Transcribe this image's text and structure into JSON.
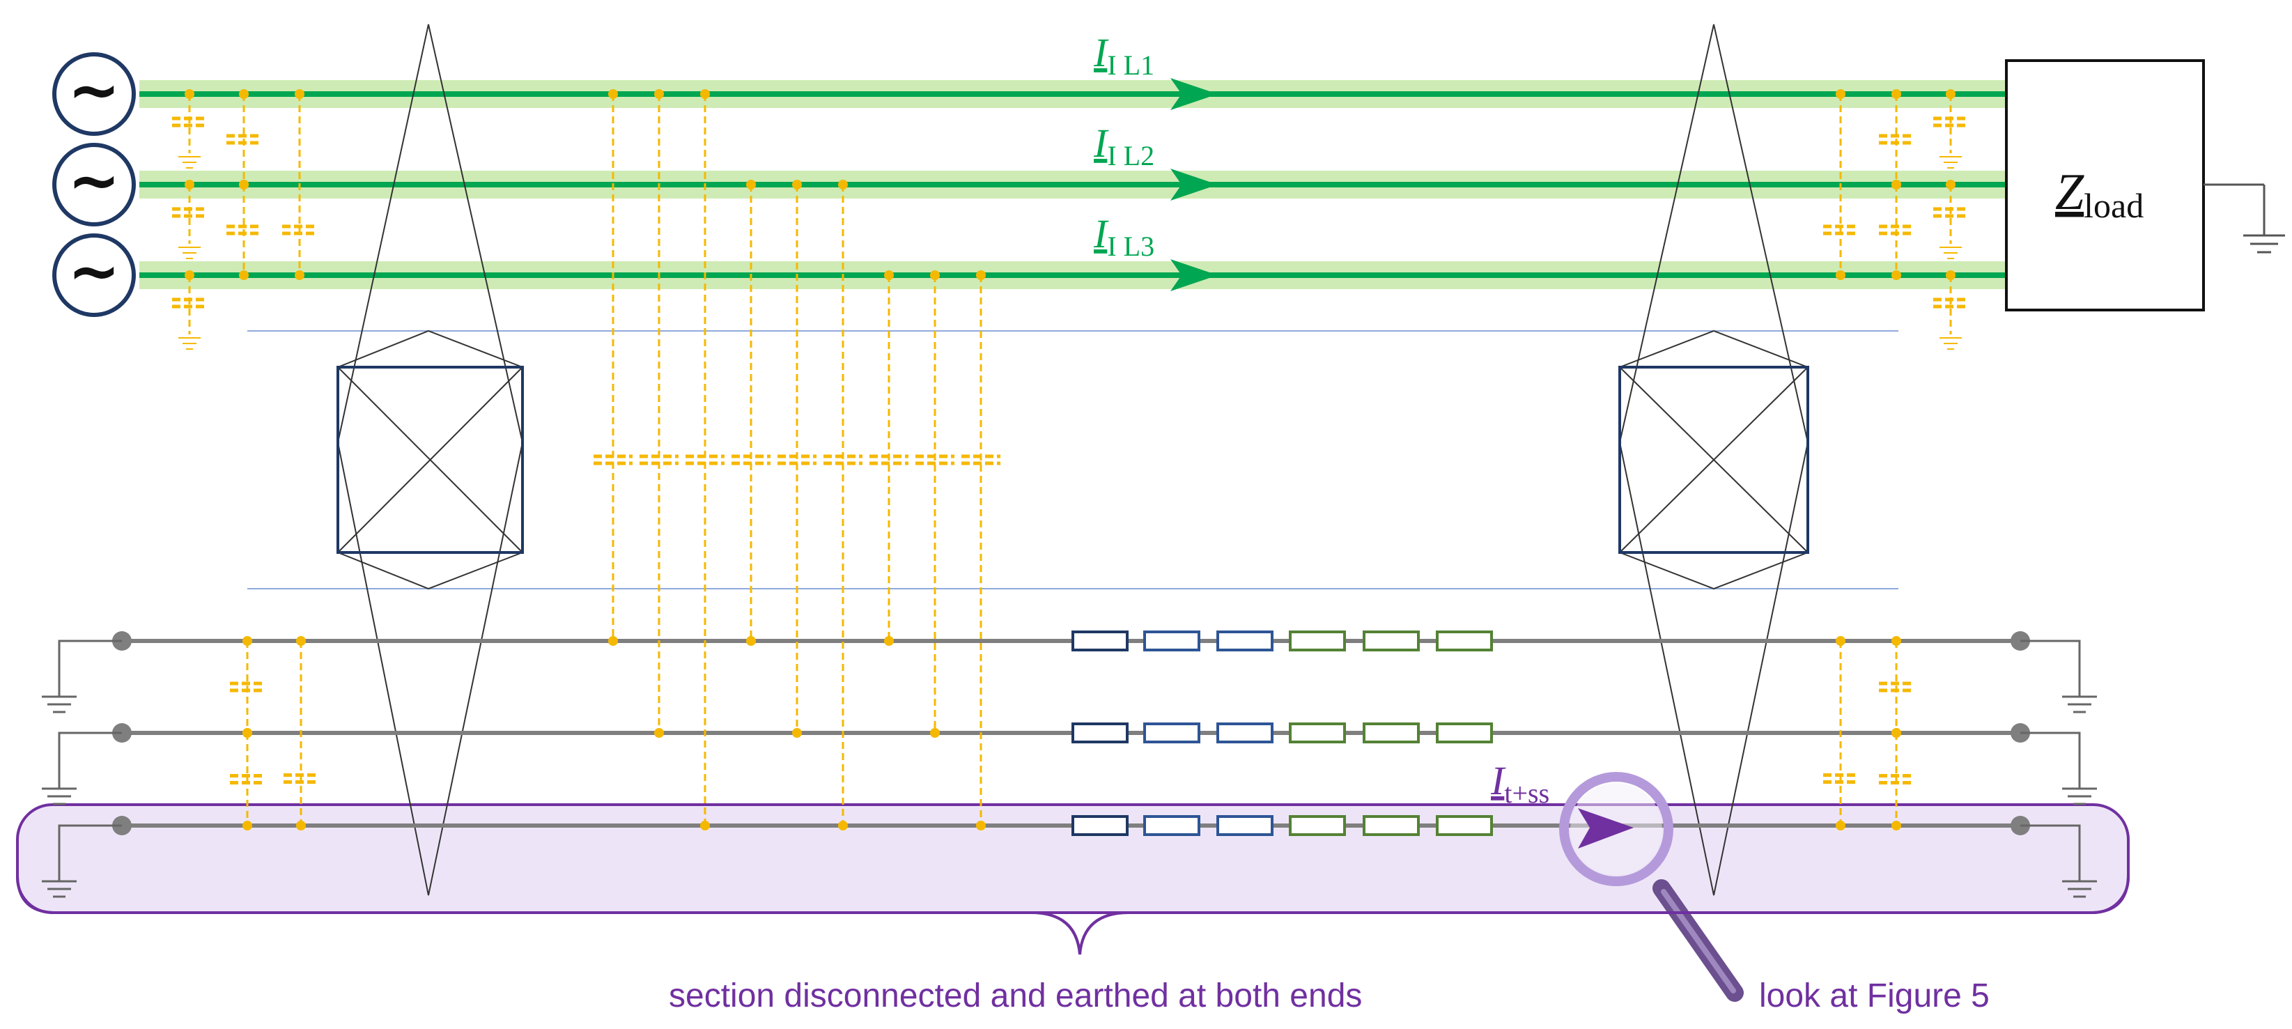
{
  "phases": [
    {
      "current_label": "I",
      "current_subscript": "I L1"
    },
    {
      "current_label": "I",
      "current_subscript": "I L2"
    },
    {
      "current_label": "I",
      "current_subscript": "I L3"
    }
  ],
  "sources": [
    {
      "symbol": "~"
    },
    {
      "symbol": "~"
    },
    {
      "symbol": "~"
    }
  ],
  "load": {
    "label": "Z",
    "subscript": "load"
  },
  "section_current": {
    "label": "I",
    "subscript": "t+ss"
  },
  "annotations": {
    "section_note": "section disconnected and earthed at both ends",
    "figure_ref": "look at Figure 5"
  },
  "colors": {
    "phase_line": "#00a651",
    "phase_glow": "#c7e8a8",
    "capacitor": "#f5b800",
    "track_line": "#7f7f7f",
    "section_highlight": "#ede5f7",
    "section_border": "#7030a0",
    "frame": "#1f3864",
    "impedance_blue_dark": "#1f3864",
    "impedance_blue": "#2e5596",
    "impedance_green": "#548235"
  }
}
